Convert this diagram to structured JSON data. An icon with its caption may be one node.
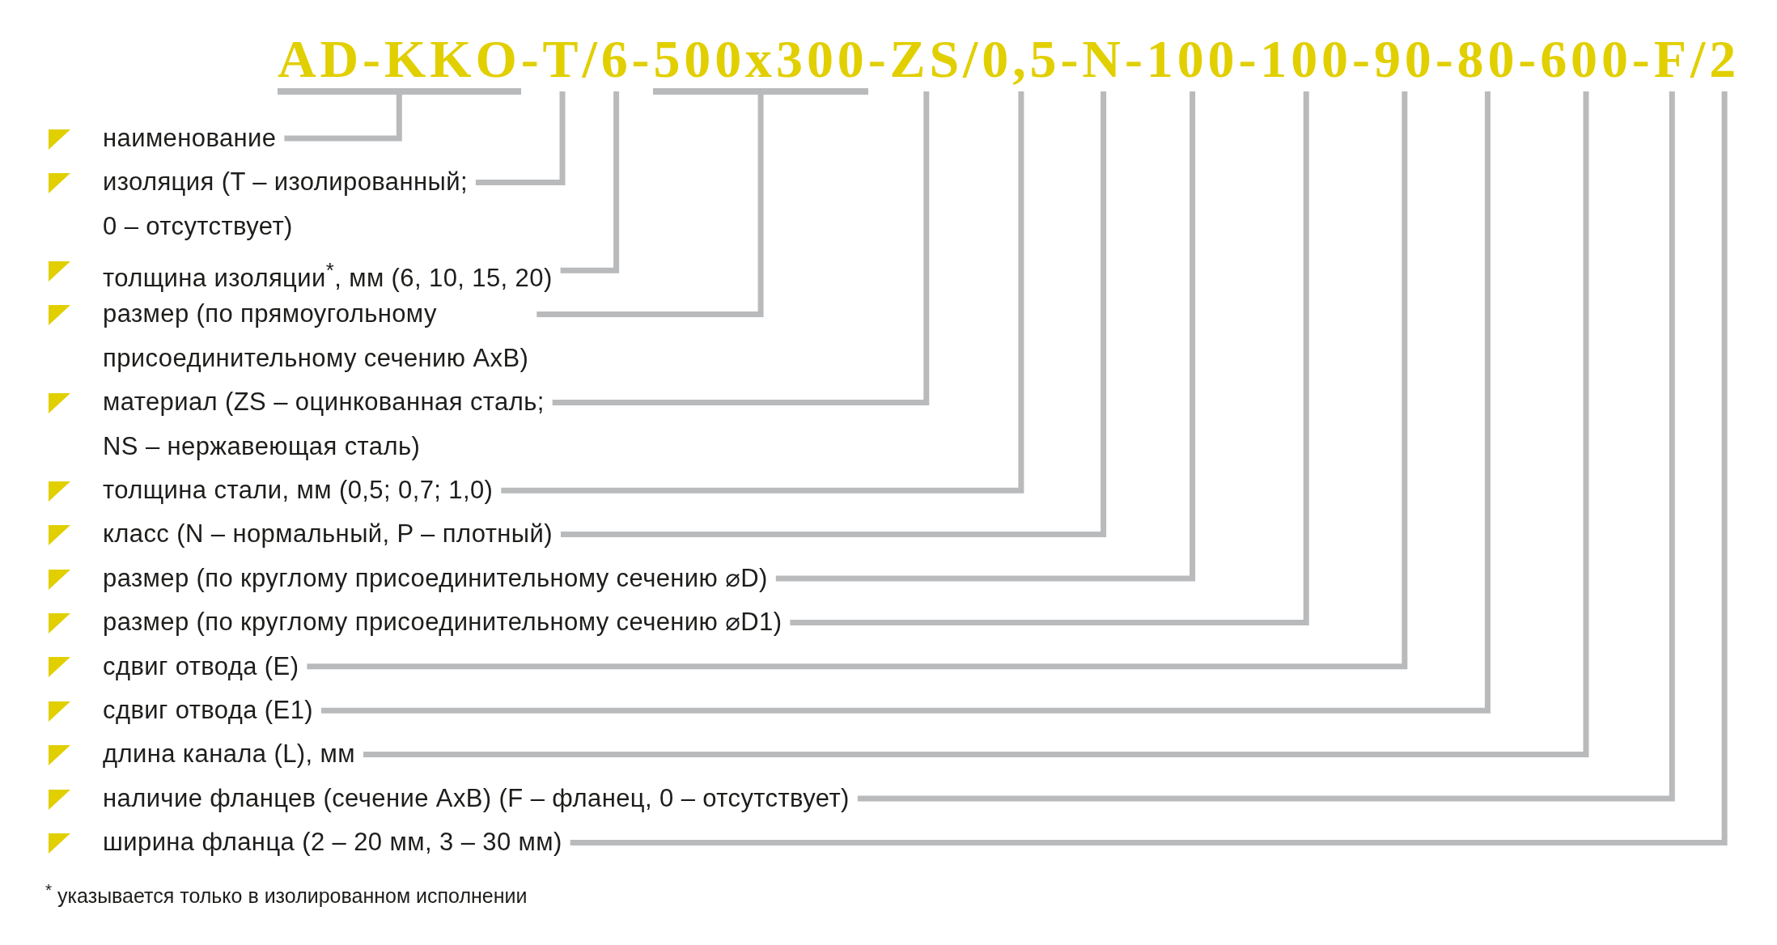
{
  "diagram": {
    "nodes": [
      {
        "text": [
          "AD-KKO"
        ]
      },
      {
        "text": [
          "T"
        ]
      },
      {
        "text": [
          "6"
        ]
      },
      {
        "text": [
          "500x300"
        ]
      },
      {
        "text": [
          "ZS"
        ]
      },
      {
        "text": [
          "0,5"
        ]
      },
      {
        "text": [
          "N"
        ]
      },
      {
        "text": [
          "100"
        ]
      },
      {
        "text": [
          "100"
        ]
      },
      {
        "text": [
          "90"
        ]
      },
      {
        "text": [
          "80"
        ]
      },
      {
        "text": [
          "600"
        ]
      },
      {
        "text": [
          "F"
        ]
      },
      {
        "text": [
          "2"
        ]
      },
      {
        "text": [
          "наименование"
        ]
      },
      {
        "text": [
          "изоляция (T – изолированный; 0 – отсутствует)"
        ]
      },
      {
        "text": [
          "толщина изоляции$^{*}$, мм (6, 10, 15, 20)"
        ]
      },
      {
        "text": [
          "размер (по прямоугольному присоединительному сечению AxB)"
        ]
      },
      {
        "text": [
          "материал (ZS – оцинкованная сталь; NS – нержавеющая сталь)"
        ]
      },
      {
        "text": [
          "толщина стали, мм (0,5; 0,7; 1,0)"
        ]
      },
      {
        "text": [
          "класс (N – нормальный, P – плотный)"
        ]
      },
      {
        "text": [
          "размер (по круглому присоединительному сечению ⌀D)"
        ]
      },
      {
        "text": [
          "размер (по круглому присоединительному сечению ⌀D1)"
        ]
      },
      {
        "text": [
          "сдвиг отвода (E)"
        ]
      },
      {
        "text": [
          "сдвиг отвода (E1)"
        ]
      },
      {
        "text": [
          "длина канала (L), мм"
        ]
      },
      {
        "text": [
          "наличие фланцев (сечение AxB) (F – фланец, 0 – отсутствует)"
        ]
      },
      {
        "text": [
          "ширина фланца (2 – 20 мм, 3 – 30 мм)"
        ]
      }
    ],
    "edges": [
      {
        "from": 14,
        "to": 0,
        "arrow": "none"
      },
      {
        "from": 15,
        "to": 1,
        "arrow": "none"
      },
      {
        "from": 16,
        "to": 2,
        "arrow": "none"
      },
      {
        "from": 17,
        "to": 3,
        "arrow": "none"
      },
      {
        "from": 18,
        "to": 4,
        "arrow": "none"
      },
      {
        "from": 19,
        "to": 5,
        "arrow": "none"
      },
      {
        "from": 20,
        "to": 6,
        "arrow": "none"
      },
      {
        "from": 21,
        "to": 7,
        "arrow": "none"
      },
      {
        "from": 22,
        "to": 8,
        "arrow": "none"
      },
      {
        "from": 23,
        "to": 9,
        "arrow": "none"
      },
      {
        "from": 24,
        "to": 10,
        "arrow": "none"
      },
      {
        "from": 25,
        "to": 11,
        "arrow": "none"
      },
      {
        "from": 26,
        "to": 12,
        "arrow": "none"
      },
      {
        "from": 27,
        "to": 13,
        "arrow": "none"
      }
    ],
    "labels": [
      "-",
      "/",
      "-",
      "-",
      "/",
      "-",
      "-",
      "-",
      "-",
      "-",
      "-",
      "-",
      "/",
      "$^{*}$ указывается только в изолированном исполнении"
    ]
  }
}
